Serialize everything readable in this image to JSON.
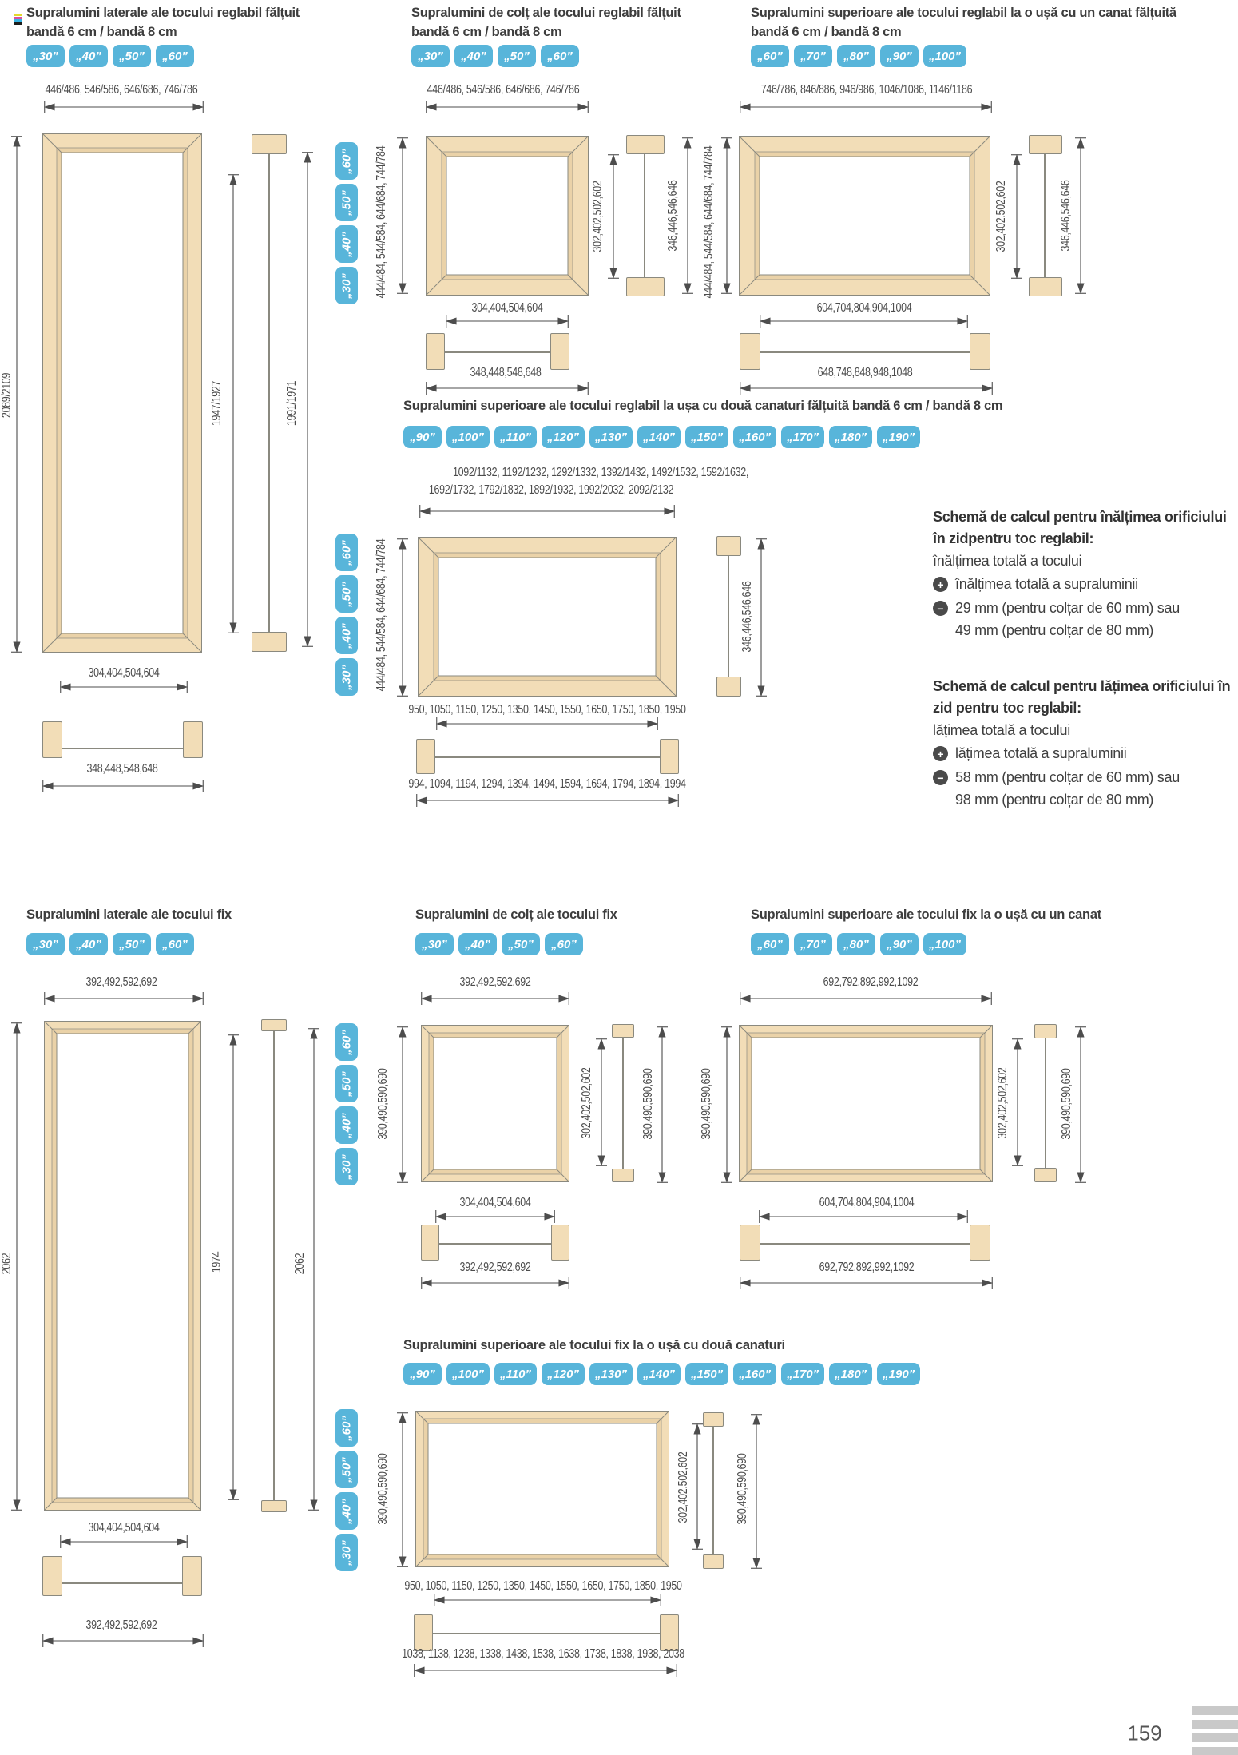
{
  "s1": {
    "title1": "Supralumini laterale ale tocului reglabil fălțuit",
    "title2": "bandă 6 cm / bandă 8 cm",
    "tags": [
      "„30”",
      "„40”",
      "„50”",
      "„60”"
    ],
    "dim_top": "446/486, 546/586, 646/686, 746/786",
    "dim_left": "2089/2109",
    "dim_inner": "1947/1927",
    "dim_profile": "1991/1971",
    "dim_bottom1": "304,404,504,604",
    "dim_bottom2": "348,448,548,648"
  },
  "s2": {
    "title1": "Supralumini de colț ale tocului reglabil fălțuit",
    "title2": "bandă 6 cm / bandă 8 cm",
    "tags": [
      "„30”",
      "„40”",
      "„50”",
      "„60”"
    ],
    "dim_top": "446/486, 546/586, 646/686, 746/786",
    "dim_left_rot": "444/484, 544/584, 644/684, 744/784",
    "dim_inner": "302,402,502,602",
    "dim_profile": "346,446,546,646",
    "dim_bottom1": "304,404,504,604",
    "dim_bottom2": "348,448,548,648"
  },
  "s3": {
    "title1": "Supralumini superioare ale tocului reglabil la o ușă cu un canat fălțuită",
    "title2": "bandă 6 cm / bandă 8 cm",
    "tags": [
      "„60”",
      "„70”",
      "„80”",
      "„90”",
      "„100”"
    ],
    "dim_top": "746/786, 846/886, 946/986, 1046/1086, 1146/1186",
    "dim_left_rot": "444/484, 544/584, 644/684, 744/784",
    "dim_inner": "302,402,502,602",
    "dim_profile": "346,446,546,646",
    "dim_bottom1": "604,704,804,904,1004",
    "dim_bottom2": "648,748,848,948,1048"
  },
  "mid": {
    "title": "Supralumini superioare ale tocului reglabil la ușa cu două canaturi fălțuită bandă 6 cm / bandă 8 cm",
    "tags": [
      "„90”",
      "„100”",
      "„110”",
      "„120”",
      "„130”",
      "„140”",
      "„150”",
      "„160”",
      "„170”",
      "„180”",
      "„190”"
    ],
    "rot_tags": [
      "„30”",
      "„40”",
      "„50”",
      "„60”"
    ],
    "dim_top_l1": "1092/1132, 1192/1232, 1292/1332, 1392/1432, 1492/1532, 1592/1632,",
    "dim_top_l2": "1692/1732, 1792/1832, 1892/1932, 1992/2032, 2092/2132",
    "dim_left_rot": "444/484, 544/584, 644/684, 744/784",
    "dim_inner_bottom": "950, 1050, 1150, 1250, 1350, 1450, 1550, 1650, 1750, 1850, 1950",
    "dim_profile": "346,446,546,646",
    "dim_bottom2": "994, 1094, 1194, 1294, 1394, 1494, 1594, 1694, 1794, 1894, 1994"
  },
  "calc": {
    "b1_title_l1": "Schemă de calcul pentru înălțimea orificiului",
    "b1_title_l2": "în zidpentru toc reglabil:",
    "b1_line1": "înălțimea totală a tocului",
    "b1_plus_icon": "+",
    "b1_plus": "înălțimea totală a supraluminii",
    "b1_minus_icon": "−",
    "b1_minus_l1": "29 mm (pentru colțar de 60 mm) sau",
    "b1_minus_l2": "49 mm (pentru colțar de 80 mm)",
    "b2_title_l1": "Schemă de calcul pentru lățimea orificiului în",
    "b2_title_l2": "zid pentru toc reglabil:",
    "b2_line1": "lățimea totală a tocului",
    "b2_plus_icon": "+",
    "b2_plus": "lățimea totală a supraluminii",
    "b2_minus_icon": "−",
    "b2_minus_l1": "58 mm (pentru colțar de 60 mm) sau",
    "b2_minus_l2": "98 mm (pentru colțar de 80 mm)"
  },
  "s4": {
    "title1": "Supralumini laterale ale tocului fix",
    "tags": [
      "„30”",
      "„40”",
      "„50”",
      "„60”"
    ],
    "dim_top": "392,492,592,692",
    "dim_left": "2062",
    "dim_inner": "1974",
    "dim_profile": "2062",
    "dim_bottom1": "304,404,504,604",
    "dim_bottom2": "392,492,592,692"
  },
  "s5": {
    "title1": "Supralumini de colț ale tocului fix",
    "tags": [
      "„30”",
      "„40”",
      "„50”",
      "„60”"
    ],
    "dim_top": "392,492,592,692",
    "dim_left_rot": "390,490,590,690",
    "dim_inner": "302,402,502,602",
    "dim_profile": "390,490,590,690",
    "dim_bottom1": "304,404,504,604",
    "dim_bottom2": "392,492,592,692"
  },
  "s6": {
    "title1": "Supralumini superioare ale tocului fix la o ușă cu un canat",
    "tags": [
      "„60”",
      "„70”",
      "„80”",
      "„90”",
      "„100”"
    ],
    "dim_top": "692,792,892,992,1092",
    "dim_left_rot": "390,490,590,690",
    "dim_inner": "302,402,502,602",
    "dim_profile": "390,490,590,690",
    "dim_bottom1": "604,704,804,904,1004",
    "dim_bottom2": "692,792,892,992,1092"
  },
  "s7": {
    "title1": "Supralumini superioare ale tocului fix la o ușă cu două canaturi",
    "tags": [
      "„90”",
      "„100”",
      "„110”",
      "„120”",
      "„130”",
      "„140”",
      "„150”",
      "„160”",
      "„170”",
      "„180”",
      "„190”"
    ],
    "rot_tags": [
      "„30”",
      "„40”",
      "„50”",
      "„60”"
    ],
    "dim_left_rot": "390,490,590,690",
    "dim_inner": "302,402,502,602",
    "dim_profile": "390,490,590,690",
    "dim_inner_bottom": "950, 1050, 1150, 1250, 1350, 1450, 1550, 1650, 1750, 1850, 1950",
    "dim_bottom2": "1038, 1138, 1238, 1338, 1438, 1538, 1638, 1738, 1838, 1938, 2038"
  },
  "footer": {
    "page_number": "159"
  },
  "colors": {
    "tag_blue": "#58b5da",
    "wood": "#f2ddb7",
    "line": "#8a897f",
    "dim": "#4d4d4d"
  }
}
